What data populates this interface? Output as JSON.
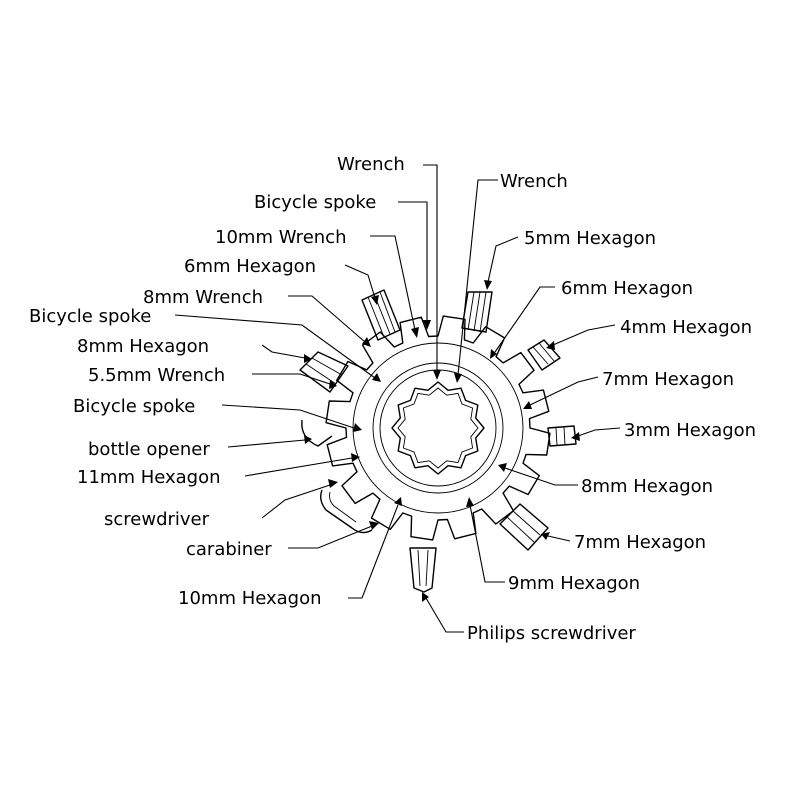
{
  "labels": {
    "wrench_top": "Wrench",
    "wrench_right": "Wrench",
    "bicycle_spoke_top": "Bicycle spoke",
    "wrench_10mm": "10mm Wrench",
    "hexagon_5mm": "5mm Hexagon",
    "hexagon_6mm_left": "6mm Hexagon",
    "hexagon_6mm_right": "6mm Hexagon",
    "wrench_8mm": "8mm Wrench",
    "bicycle_spoke_left": "Bicycle spoke",
    "hexagon_4mm": "4mm Hexagon",
    "hexagon_8mm_left": "8mm Hexagon",
    "hexagon_7mm_right": "7mm Hexagon",
    "wrench_5_5mm": "5.5mm Wrench",
    "bicycle_spoke_lower": "Bicycle spoke",
    "hexagon_3mm": "3mm Hexagon",
    "bottle_opener": "bottle opener",
    "hexagon_11mm": "11mm Hexagon",
    "hexagon_8mm_right": "8mm Hexagon",
    "screwdriver": "screwdriver",
    "hexagon_7mm_lower": "7mm Hexagon",
    "carabiner": "carabiner",
    "hexagon_9mm": "9mm Hexagon",
    "hexagon_10mm": "10mm Hexagon",
    "philips_screwdriver": "Philips screwdriver"
  }
}
